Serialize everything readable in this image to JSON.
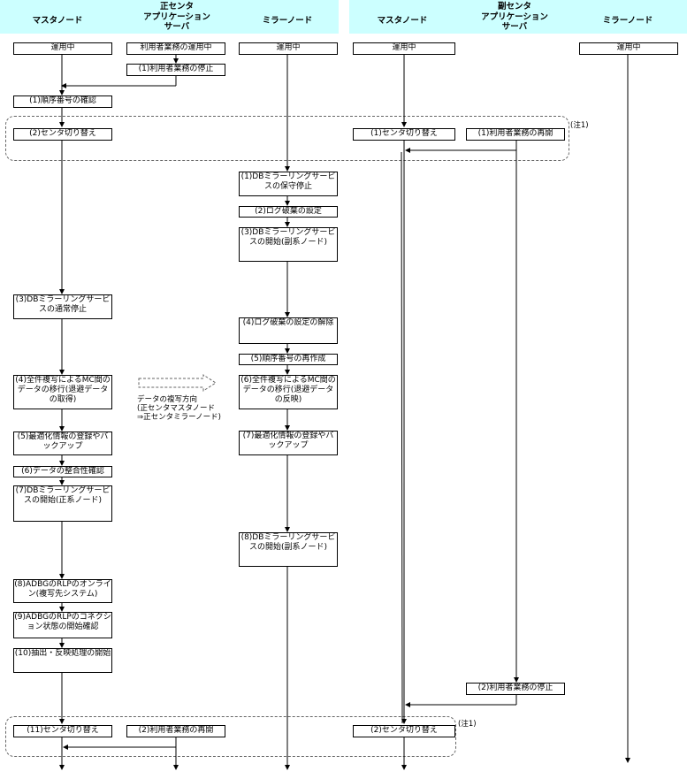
{
  "headers": {
    "primary_center": "正センタ",
    "secondary_center": "副センタ",
    "primary": {
      "master": "マスタノード",
      "app_server_line1": "アプリケーション",
      "app_server_line2": "サーバ",
      "mirror": "ミラーノード"
    },
    "secondary": {
      "master": "マスタノード",
      "app_server_line1": "アプリケーション",
      "app_server_line2": "サーバ",
      "mirror": "ミラーノード"
    }
  },
  "boxes": {
    "p_master_running": "運用中",
    "p_app_running": "利用者業務の運用中",
    "p_mirror_running": "運用中",
    "s_master_running": "運用中",
    "s_mirror_running": "運用中",
    "p_app_stop": "(1)利用者業務の停止",
    "p_master_seq_check": "(1)順序番号の確認",
    "p_master_switch": "(2)センタ切り替え",
    "s_master_switch": "(1)センタ切り替え",
    "s_app_resume": "(1)利用者業務の再開",
    "p_mirror_maint_stop": "(1)DBミラーリングサービスの保守停止",
    "p_mirror_log_discard": "(2)ログ破棄の設定",
    "p_mirror_start_sub": "(3)DBミラーリングサービスの開始(副系ノード)",
    "p_master_normal_stop": "(3)DBミラーリングサービスの通常停止",
    "p_mirror_log_release": "(4)ログ破棄の設定の解除",
    "p_mirror_seq_recreate": "(5)順序番号の再作成",
    "p_master_full_copy": "(4)全件複写によるMC間のデータの移行(退避データの取得)",
    "p_mirror_full_copy": "(6)全件複写によるMC間のデータの移行(退避データの反映)",
    "p_master_optimize": "(5)最適化情報の登録やバックアップ",
    "p_mirror_optimize": "(7)最適化情報の登録やバックアップ",
    "p_master_consistency": "(6)データの整合性確認",
    "p_master_start_primary": "(7)DBミラーリングサービスの開始(正系ノード)",
    "p_mirror_start_sub2": "(8)DBミラーリングサービスの開始(副系ノード)",
    "p_master_adbg_online": "(8)ADBGのRLPのオンライン(複写先システム)",
    "p_master_adbg_conn": "(9)ADBGのRLPのコネクション状態の開始確認",
    "p_master_extract": "(10)抽出・反映処理の開始",
    "s_app_stop": "(2)利用者業務の停止",
    "p_master_switch2": "(11)センタ切り替え",
    "p_app_resume2": "(2)利用者業務の再開",
    "s_master_switch2": "(2)センタ切り替え"
  },
  "notes": {
    "note1": "(注1)",
    "note2": "(注1)",
    "copy_direction_line1": "データの複写方向",
    "copy_direction_line2": "(正センタマスタノード",
    "copy_direction_line3": "⇒正センタミラーノード)"
  },
  "colors": {
    "header_bg": "#ccffff",
    "line": "#000000",
    "dash": "#666666"
  }
}
